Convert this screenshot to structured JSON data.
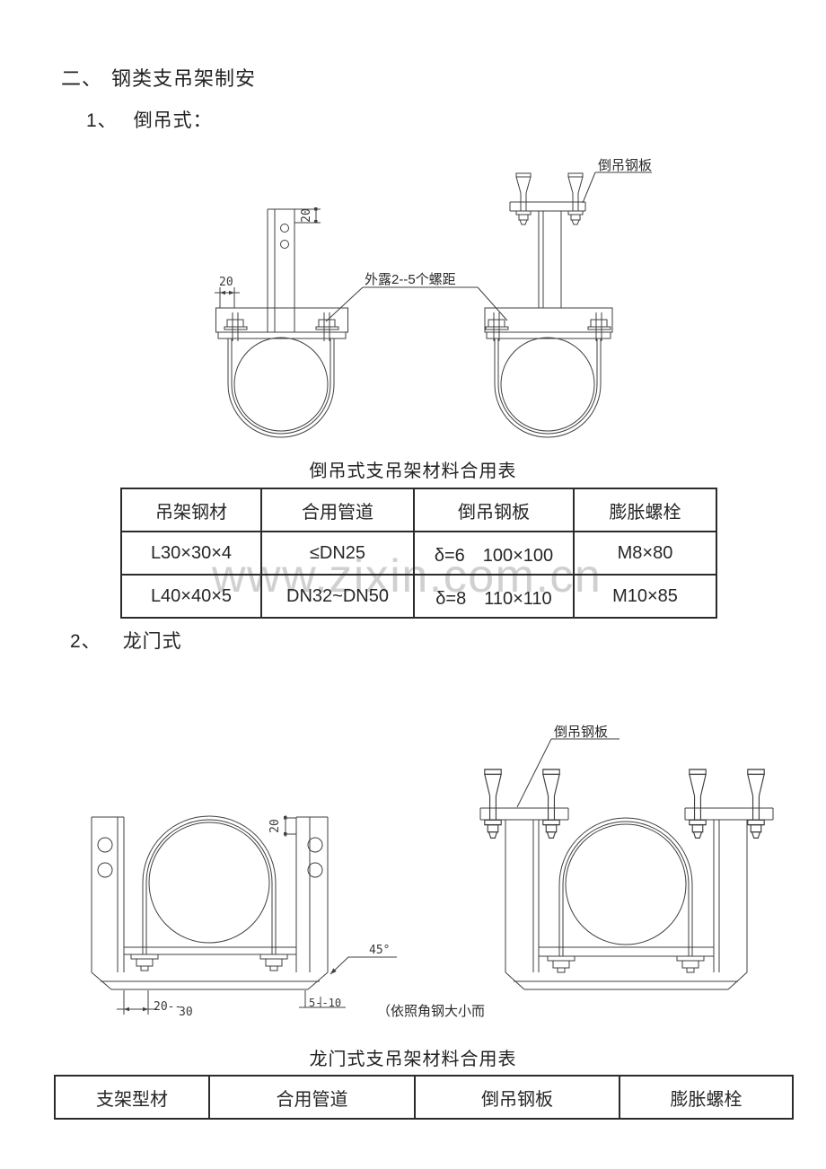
{
  "colors": {
    "line": "#3f3f3f",
    "table_border": "#2b2b2b",
    "text": "#222222",
    "watermark": "#d0d0d0"
  },
  "headings": {
    "section_num": "二、",
    "section_title": "钢类支吊架制安",
    "item1_num": "1、",
    "item1_title": "倒吊式：",
    "item2_num": "2、",
    "item2_title": "龙门式"
  },
  "watermark_text": "www.zixin.com.cn",
  "figure1": {
    "dim_top": "20",
    "dim_left": "20",
    "thread_note": "外露2--5个螺距",
    "plate_label": "倒吊钢板"
  },
  "table1": {
    "title": "倒吊式支吊架材料合用表",
    "headers": [
      "吊架钢材",
      "合用管道",
      "倒吊钢板",
      "膨胀螺栓"
    ],
    "rows": [
      [
        "L30×30×4",
        "≤DN25",
        "δ=6　100×100",
        "M8×80"
      ],
      [
        "L40×40×5",
        "DN32~DN50",
        "δ=8　110×110",
        "M10×85"
      ]
    ]
  },
  "figure2": {
    "dim_top": "20",
    "plate_label": "倒吊钢板",
    "chamfer_angle": "45°",
    "dim_bottom_left_main": "20--",
    "dim_bottom_left_sub": "30",
    "dim_bottom_right": "5--10",
    "note": "（依照角钢大小而"
  },
  "table2": {
    "title": "龙门式支吊架材料合用表",
    "headers": [
      "支架型材",
      "合用管道",
      "倒吊钢板",
      "膨胀螺栓"
    ]
  }
}
